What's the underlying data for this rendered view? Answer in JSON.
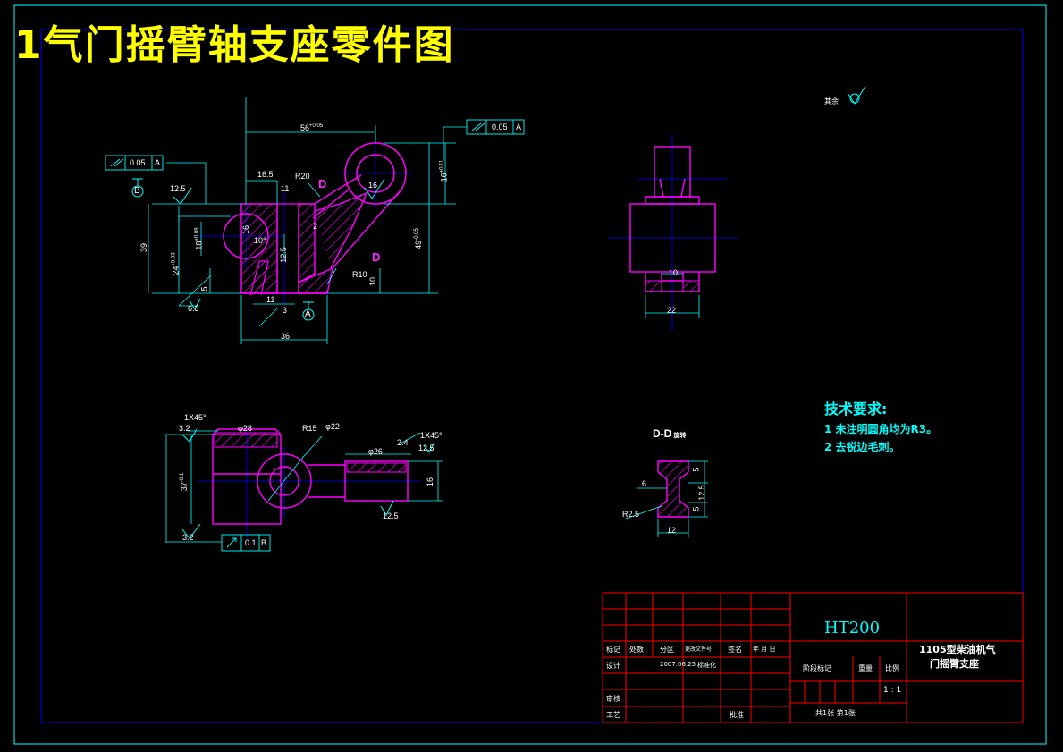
{
  "title": "1气门摇臂轴支座零件图",
  "roughness_note": "其余",
  "section_label": "D-D",
  "section_suffix": "旋转",
  "tech_req": {
    "heading": "技术要求:",
    "lines": [
      "1 未注明圆角均为R3。",
      "2 去锐边毛刺。"
    ]
  },
  "title_block": {
    "material": "HT200",
    "part_name_line1": "1105型柴油机气",
    "part_name_line2": "门摇臂支座",
    "row_labels": [
      "标记",
      "处数",
      "分区",
      "更改文件号",
      "签名",
      "年 月 日"
    ],
    "designer_label": "设计",
    "date": "2007.06.25",
    "std_label": "标准化",
    "review_label": "审核",
    "process_label": "工艺",
    "approve_label": "批准",
    "stage_label": "阶段标记",
    "weight_label": "重量",
    "scale_label": "比例",
    "scale": "1 : 1",
    "sheets": "共1张   第1张"
  },
  "dims": {
    "d56": "56",
    "d56tol": "+0.05",
    "d165": "16.5",
    "r20": "R20",
    "d16a": "16",
    "d16tol": "+0.11",
    "d16c": "16",
    "d125a": "12.5",
    "d39": "39",
    "d24": "24",
    "d24tol": "+0.03",
    "d18": "18",
    "d18tol": "+0.09",
    "d5": "5",
    "d10deg": "10°",
    "d125b": "12.5",
    "d2": "2",
    "d49": "49",
    "d49tol": "-0.05",
    "r10": "R10",
    "d10a": "10",
    "d63": "6.3",
    "d11a": "11",
    "d11b": "11",
    "d3": "3",
    "d36": "36",
    "d10b": "10",
    "d22": "22",
    "c1a": "1X45°",
    "d32a": "3.2",
    "dia28": "φ28",
    "r15": "R15",
    "dia22": "φ22",
    "dia26": "φ26",
    "c1b": "1X45°",
    "d125c": "12.5",
    "d37": "37",
    "d37tol": "-0.1",
    "d32b": "3.2",
    "d16b": "16",
    "d125d": "12.5",
    "d6": "6",
    "d5a": "5",
    "d5b": "5",
    "r25": "R2.5",
    "d12": "12",
    "d125e": "12.5",
    "d24b": "2.4"
  },
  "fcf": {
    "top_tol": "0.05",
    "top_ref": "A",
    "left_tol": "0.05",
    "left_ref": "A",
    "bottom_tol": "0.1",
    "bottom_ref": "B"
  },
  "datums": {
    "a": "A",
    "b": "B",
    "d1": "D",
    "d2": "D"
  },
  "colors": {
    "frame": "#00ffff",
    "inner_frame": "#0000ff",
    "part": "#ff00ff",
    "dimension": "#00ffff",
    "center": "#0000ff",
    "table": "#ff0000",
    "title": "#ffff00"
  }
}
